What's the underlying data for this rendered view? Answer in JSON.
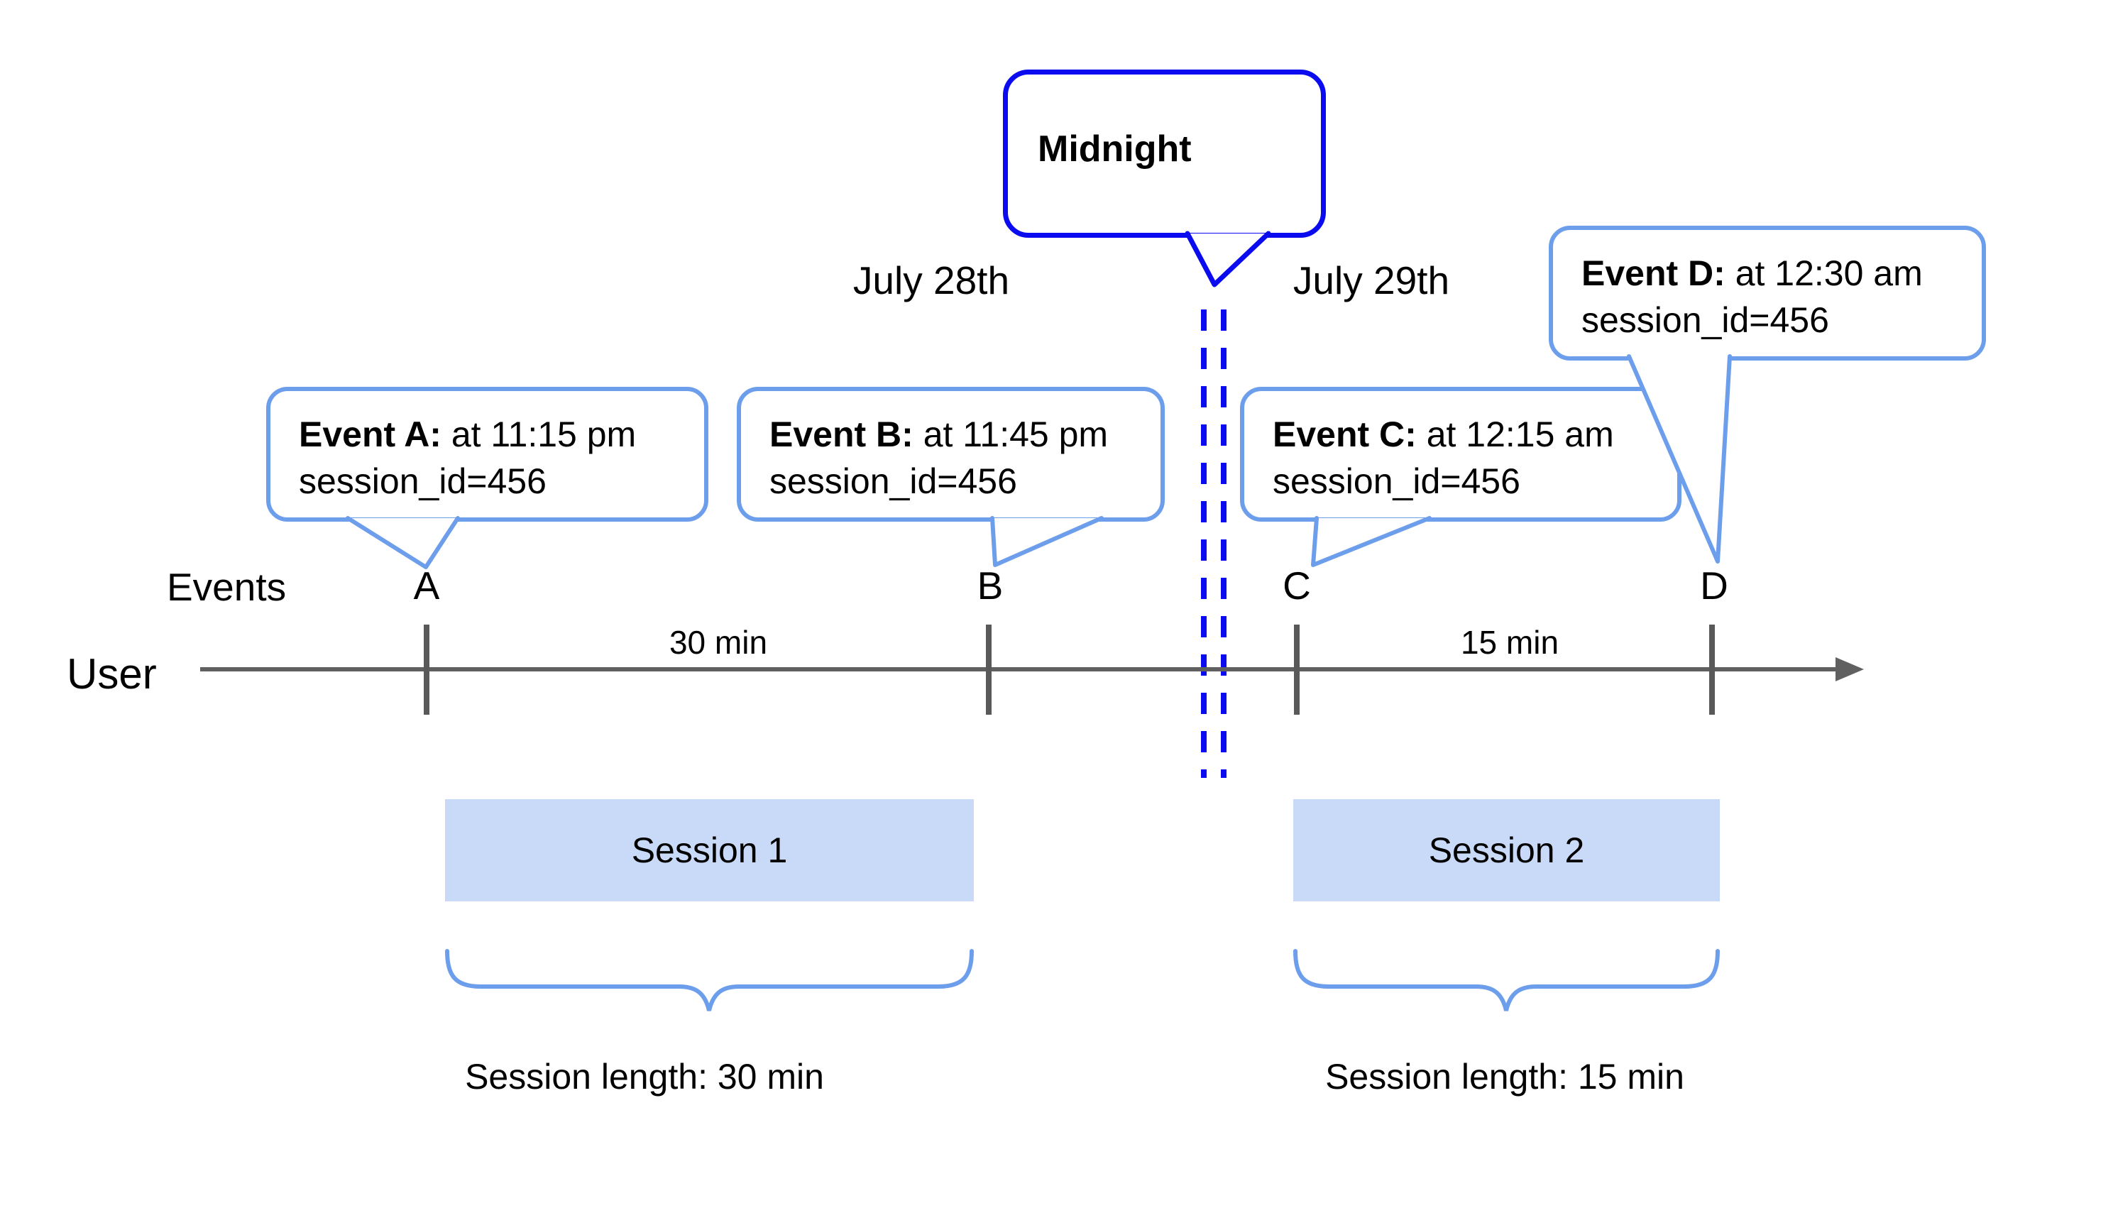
{
  "diagram": {
    "midnight_callout": {
      "label": "Midnight"
    },
    "dates": {
      "left": "July 28th",
      "right": "July 29th"
    },
    "event_callouts": [
      {
        "id": "A",
        "title": "Event A:",
        "time": " at 11:15 pm",
        "session": "session_id=456"
      },
      {
        "id": "B",
        "title": "Event B:",
        "time": " at 11:45 pm",
        "session": "session_id=456"
      },
      {
        "id": "C",
        "title": "Event C:",
        "time": " at 12:15 am",
        "session": "session_id=456"
      },
      {
        "id": "D",
        "title": "Event D:",
        "time": " at 12:30 am",
        "session": "session_id=456"
      }
    ],
    "axis": {
      "events_label": "Events",
      "user_label": "User",
      "markers": [
        "A",
        "B",
        "C",
        "D"
      ],
      "intervals": [
        "30 min",
        "15 min"
      ]
    },
    "sessions": [
      {
        "label": "Session 1",
        "length_label": "Session length: 30 min"
      },
      {
        "label": "Session 2",
        "length_label": "Session length: 15 min"
      }
    ],
    "colors": {
      "callout_border": "#6d9eeb",
      "midnight_border": "#0b0bf0",
      "dashed_line": "#0b0bf0",
      "session_fill": "#c9daf8",
      "timeline": "#606060",
      "tick": "#595959",
      "text": "#000000"
    }
  }
}
